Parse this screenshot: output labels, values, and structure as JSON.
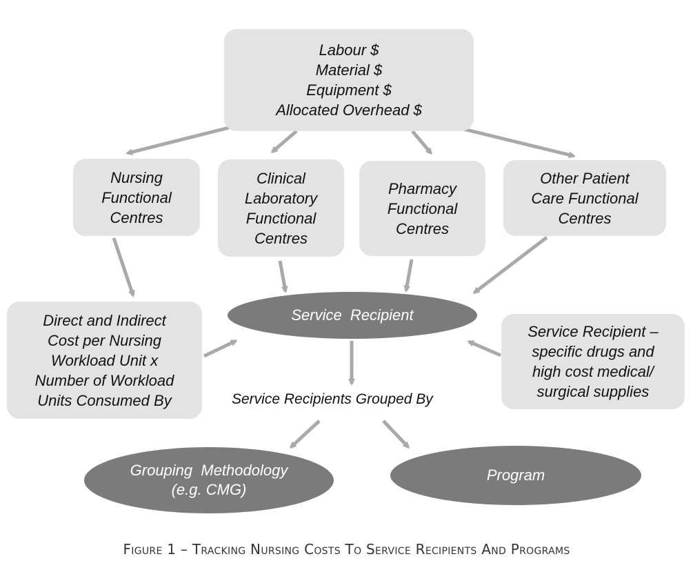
{
  "cost_inputs": {
    "lines": [
      "Labour $",
      "Material $",
      "Equipment $",
      "Allocated Overhead $"
    ]
  },
  "functional_centres": {
    "nursing": [
      "Nursing",
      "Functional",
      "Centres"
    ],
    "clinical_lab": [
      "Clinical",
      "Laboratory",
      "Functional",
      "Centres"
    ],
    "pharmacy": [
      "Pharmacy",
      "Functional",
      "Centres"
    ],
    "other_patient_care": [
      "Other Patient",
      "Care Functional",
      "Centres"
    ]
  },
  "nursing_cost_box": {
    "lines": [
      "Direct and Indirect",
      "Cost per Nursing",
      "Workload Unit x",
      "Number of Workload",
      "Units Consumed By"
    ]
  },
  "service_recipient": {
    "label": "Service  Recipient"
  },
  "specific_supplies_box": {
    "lines": [
      "Service Recipient –",
      "specific drugs and",
      "high cost medical/",
      "surgical supplies"
    ]
  },
  "grouped_by_label": "Service Recipients Grouped By",
  "grouping_methodology": {
    "lines": [
      "Grouping  Methodology",
      "(e.g. CMG)"
    ]
  },
  "program": {
    "label": "Program"
  },
  "caption": "Figure 1 – Tracking Nursing Costs To Service Recipients And Programs",
  "colors": {
    "box_fill": "#e3e3e3",
    "ellipse_fill": "#7b7b7b",
    "arrow": "#a9a9a9"
  }
}
